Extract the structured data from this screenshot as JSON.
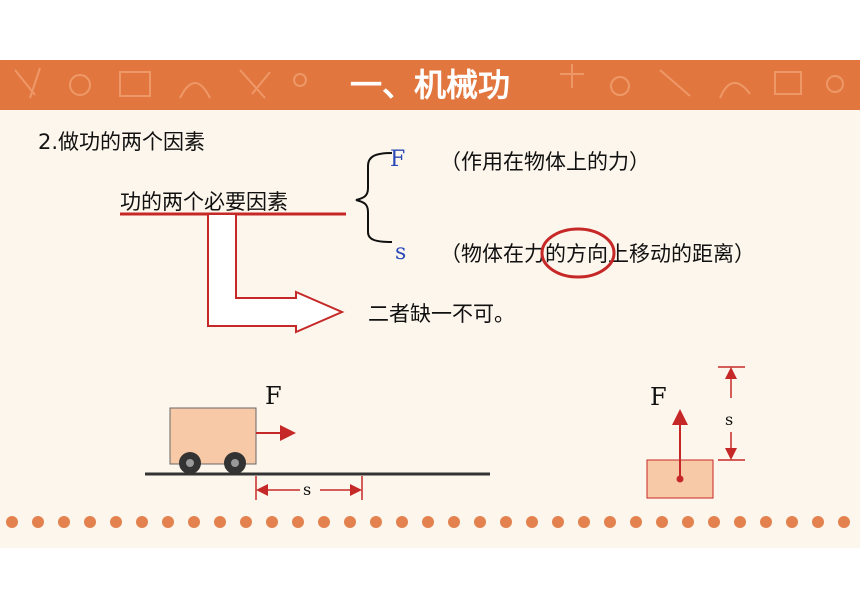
{
  "header": {
    "title": "一、机械功"
  },
  "content": {
    "subtitle": "2.做功的两个因素",
    "factors_label": "功的两个必要因素",
    "factor_force": {
      "symbol": "F",
      "description": "（作用在物体上的力）"
    },
    "factor_distance": {
      "symbol": "s",
      "description": "（物体在力的方向上移动的距离）"
    },
    "conclusion": "二者缺一不可。"
  },
  "diagram_cart": {
    "force_label": "F",
    "distance_label": "s"
  },
  "diagram_box": {
    "force_label": "F",
    "distance_label": "s"
  },
  "colors": {
    "header_band": "#e2763f",
    "accent_red": "#c62828",
    "symbol_blue": "#2a48b8",
    "object_fill": "#f8c9a7",
    "dots": "#e2763f"
  }
}
